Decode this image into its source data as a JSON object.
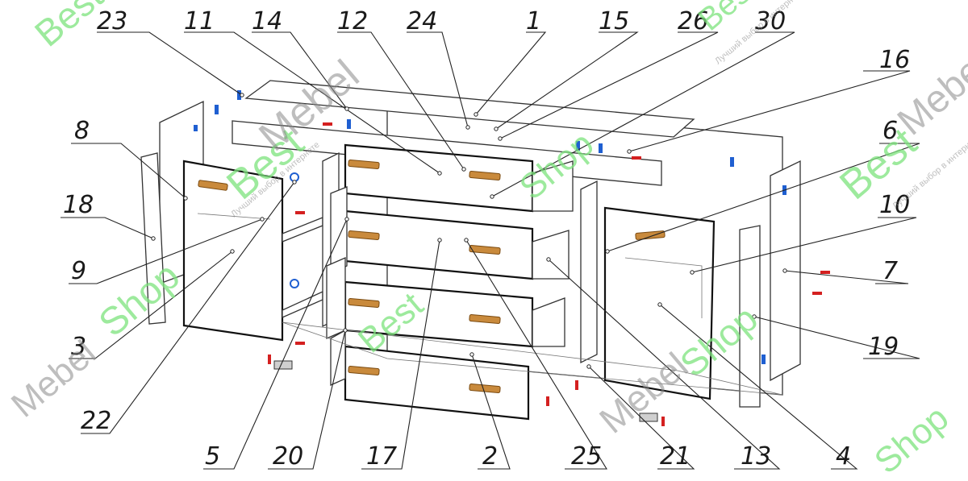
{
  "callouts": [
    "23",
    "11",
    "14",
    "12",
    "24",
    "1",
    "15",
    "26",
    "30",
    "16",
    "8",
    "6",
    "18",
    "10",
    "9",
    "7",
    "3",
    "19",
    "22",
    "5",
    "20",
    "17",
    "2",
    "25",
    "21",
    "13",
    "4"
  ],
  "watermark": {
    "brand_green": "Best",
    "brand_grey": "Mebel",
    "brand_green2": "Shop",
    "tagline": "Лучший выбор в интернете"
  },
  "colors": {
    "watermark_green": "#7de37d",
    "line": "#222222",
    "handle": "#c98a3c",
    "hardware_blue": "#1f5fd1",
    "hardware_red": "#d42020"
  }
}
